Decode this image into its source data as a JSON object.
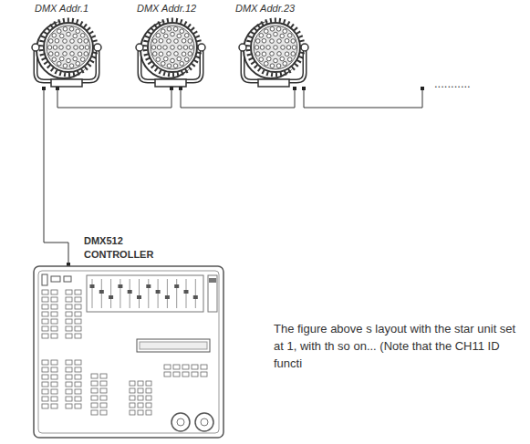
{
  "diagram": {
    "nodes": [
      {
        "text": [
          "DMX Addr.1"
        ]
      },
      {
        "text": [
          "DMX Addr.12"
        ]
      },
      {
        "text": [
          "DMX Addr.23"
        ]
      },
      {
        "text": [
          "DMX512 CONTROLLER"
        ]
      }
    ],
    "edges": [
      {
        "from": 3,
        "to": 0,
        "arrow": "none"
      },
      {
        "from": 0,
        "to": 1,
        "arrow": "none"
      },
      {
        "from": 1,
        "to": 2,
        "arrow": "none"
      }
    ],
    "labels": [
      "...........",
      "The figure above s layout with the star unit set at 1, with th so on... (Note that the CH11 ID functi"
    ]
  }
}
